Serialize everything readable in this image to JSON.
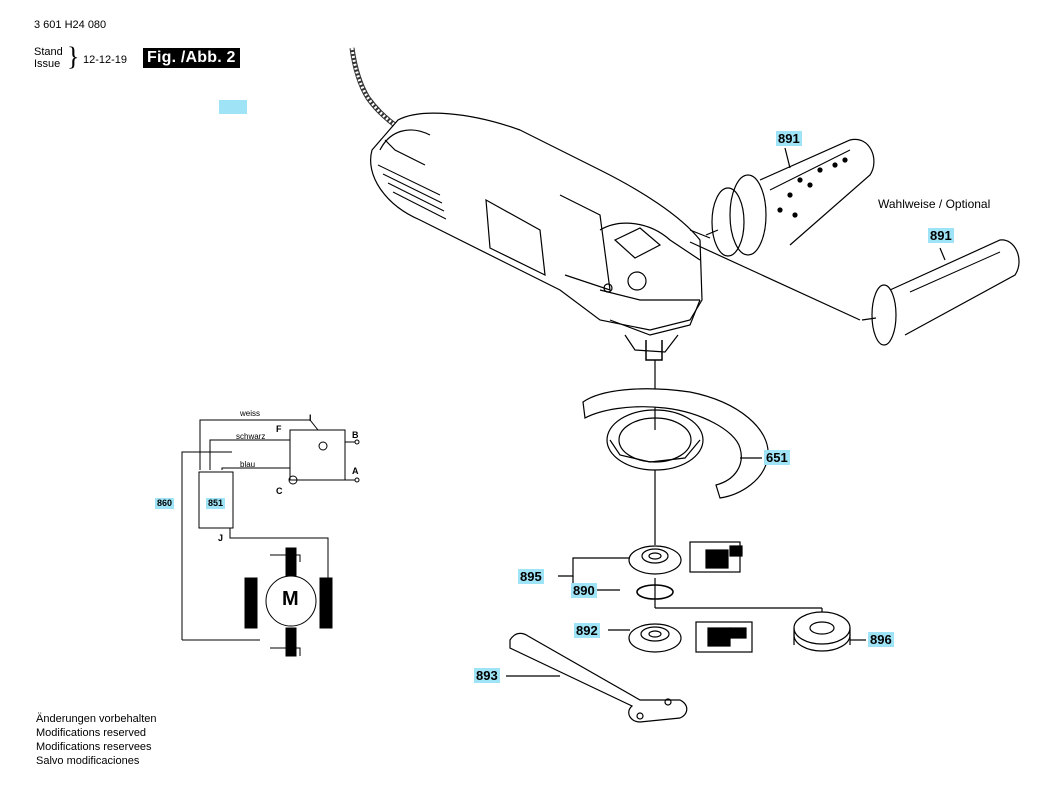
{
  "header": {
    "doc_number": "3 601 H24 080",
    "stand_label": "Stand",
    "issue_label": "Issue",
    "issue_date": "12-12-19",
    "figure_label": "Fig. /Abb. 2"
  },
  "optional_label": "Wahlweise / Optional",
  "parts": {
    "handle_top": "891",
    "handle_side": "891",
    "guard": "651",
    "flange_set": "895",
    "o_ring": "890",
    "mounting_flange": "892",
    "clamp_nut": "896",
    "spanner": "893"
  },
  "wiring": {
    "cable_part": "860",
    "capacitor_part": "851",
    "wire_weiss": "weiss",
    "wire_schwarz": "schwarz",
    "wire_blau": "blau",
    "terminal_i": "I",
    "terminal_f": "F",
    "terminal_b": "B",
    "terminal_a": "A",
    "terminal_c": "C",
    "terminal_j": "J",
    "motor_symbol": "M"
  },
  "notes": [
    "Änderungen vorbehalten",
    "Modifications reserved",
    "Modifications reservees",
    "Salvo modificaciones"
  ],
  "colors": {
    "tag": "#9fe3f6",
    "badge_bg": "#000000"
  }
}
